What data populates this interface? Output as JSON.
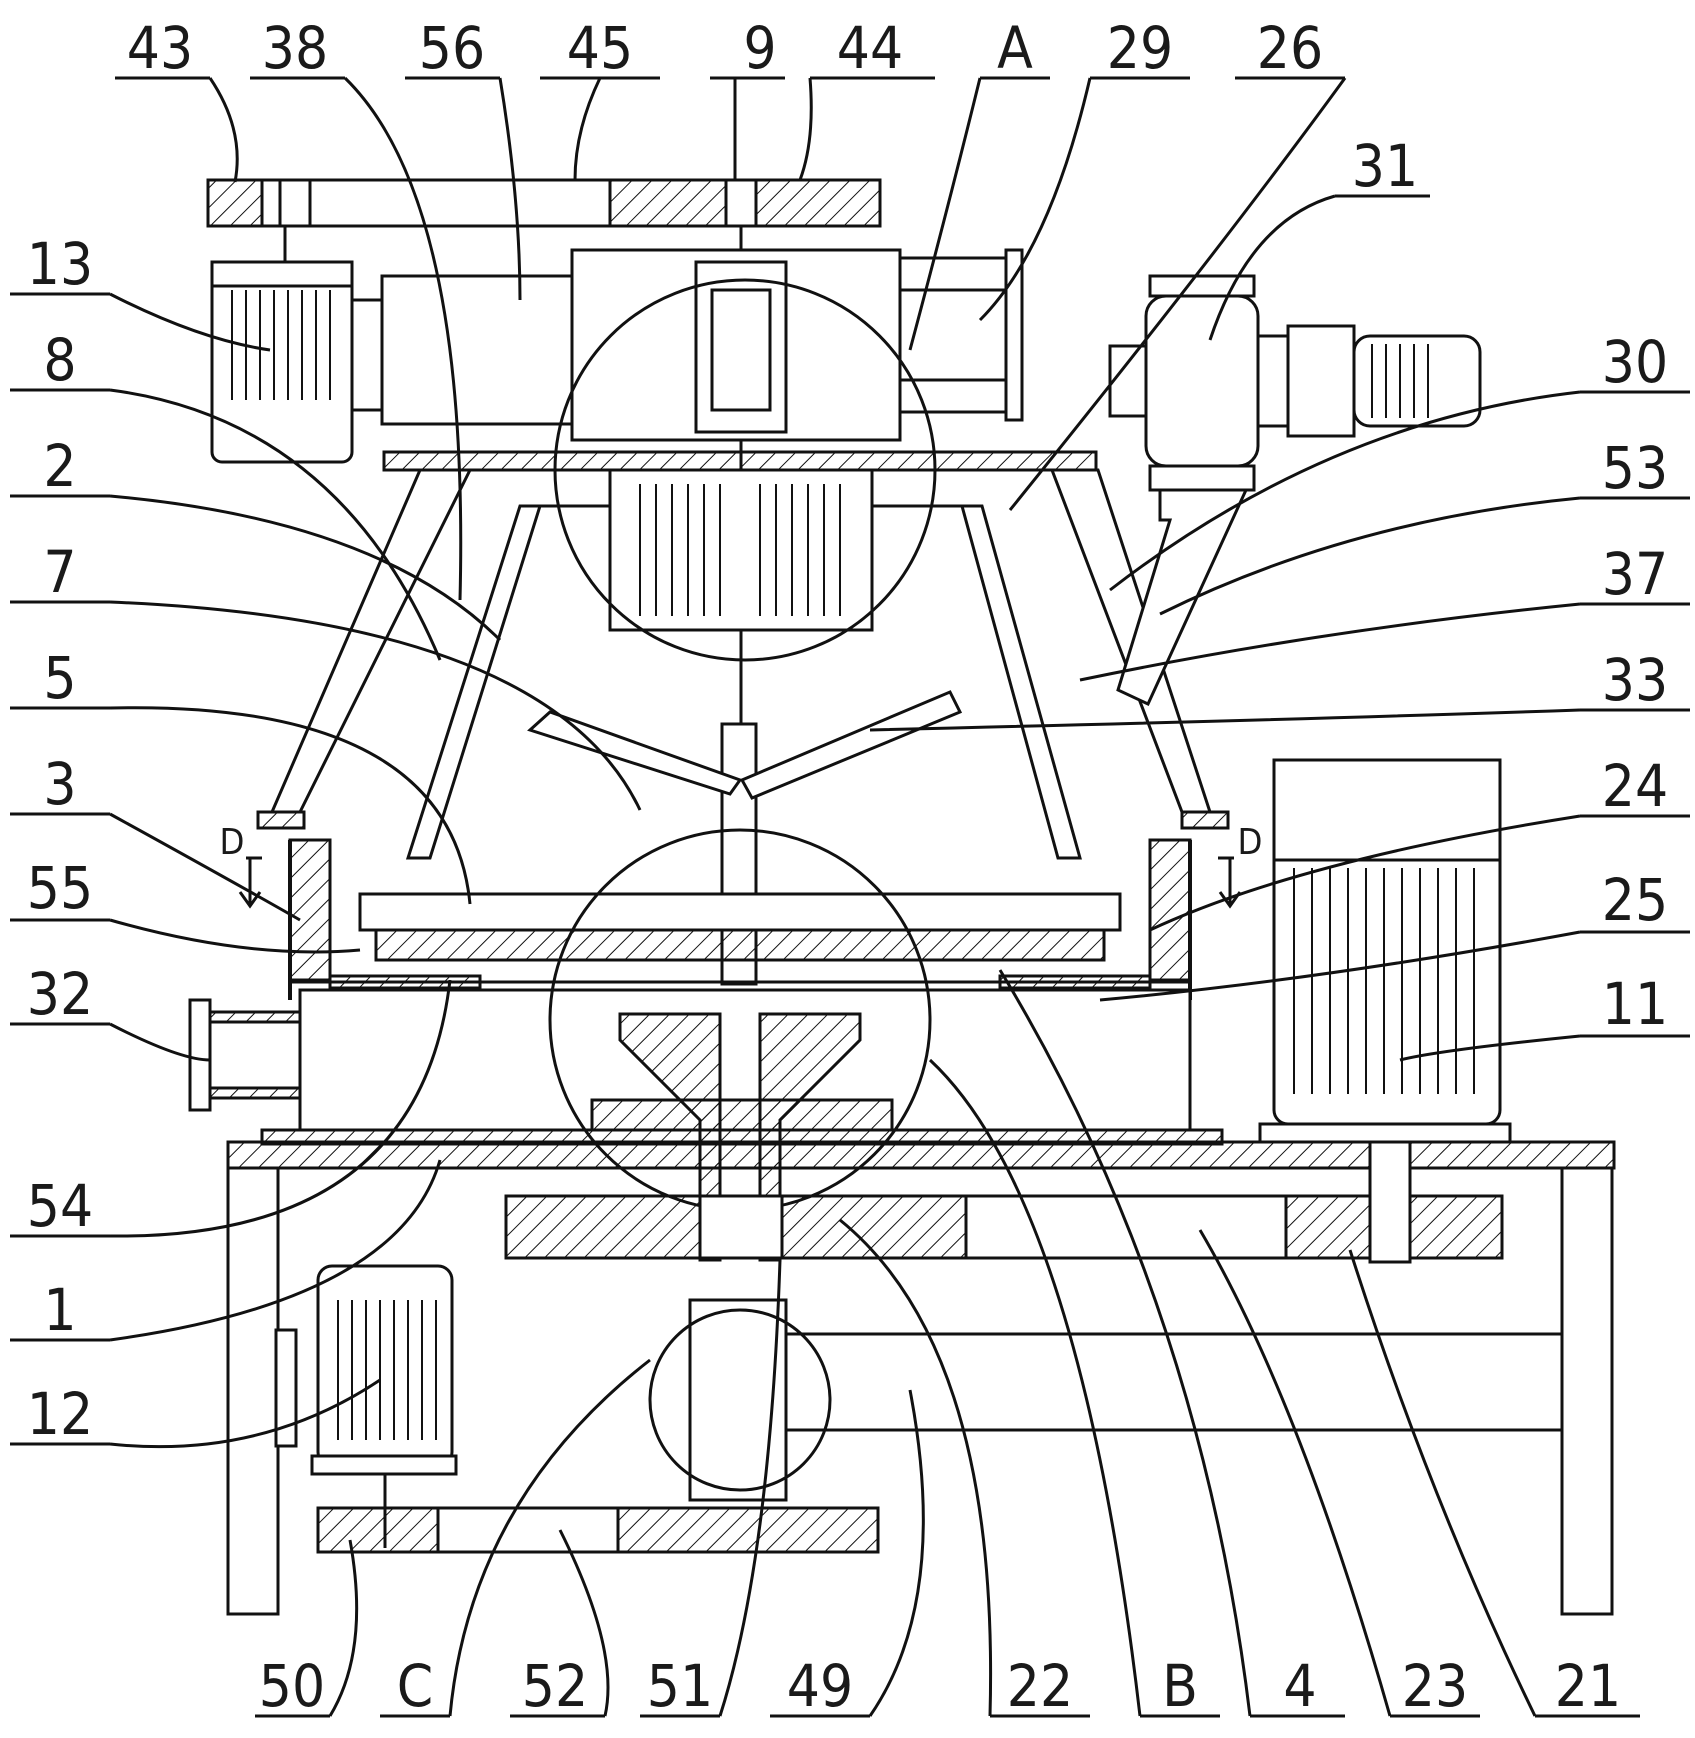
{
  "labels": {
    "top": [
      "43",
      "38",
      "56",
      "45",
      "9",
      "44",
      "A",
      "29",
      "26"
    ],
    "right": [
      "31",
      "30",
      "53",
      "37",
      "33",
      "24",
      "25",
      "11"
    ],
    "left": [
      "13",
      "8",
      "2",
      "7",
      "5",
      "3",
      "55",
      "32",
      "54",
      "1",
      "12"
    ],
    "bottom": [
      "50",
      "C",
      "52",
      "51",
      "49",
      "22",
      "B",
      "4",
      "23",
      "21"
    ],
    "section_marks": [
      "D",
      "D"
    ]
  },
  "colors": {
    "line": "#111111",
    "background": "#ffffff"
  }
}
